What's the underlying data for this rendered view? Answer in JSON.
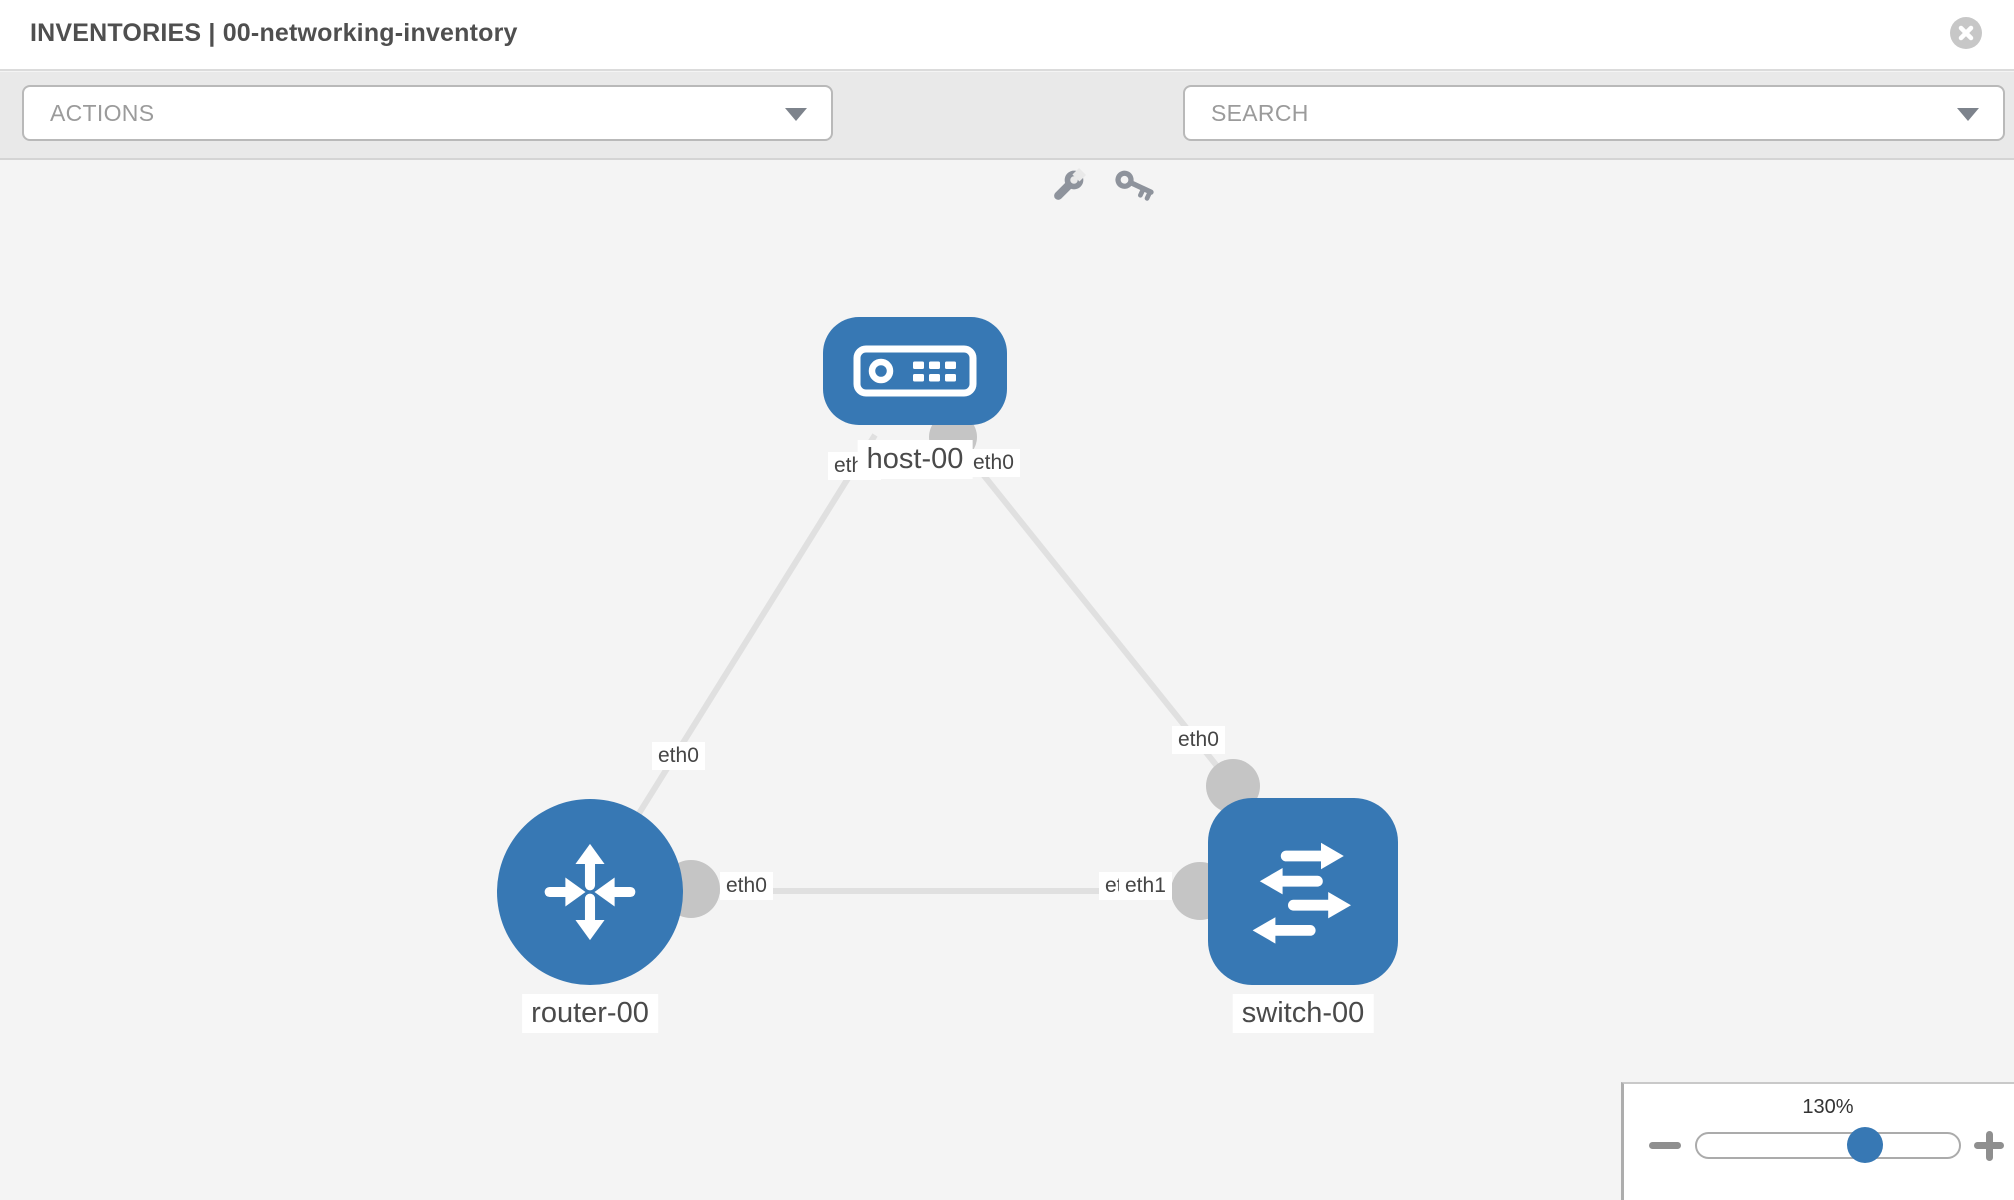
{
  "header": {
    "title": "INVENTORIES | 00-networking-inventory"
  },
  "toolbar": {
    "actions_label": "ACTIONS",
    "search_placeholder": "SEARCH"
  },
  "zoom_panel": {
    "value": "130%"
  },
  "diagram": {
    "nodes": [
      {
        "id": "host-00",
        "type": "host",
        "label": "host-00"
      },
      {
        "id": "router-00",
        "type": "router",
        "label": "router-00"
      },
      {
        "id": "switch-00",
        "type": "switch",
        "label": "switch-00"
      }
    ],
    "links": [
      {
        "from": "router-00",
        "from_interface": "eth0",
        "to": "host-00",
        "to_interface": "eth0"
      },
      {
        "from": "host-00",
        "from_interface": "eth0",
        "to": "switch-00",
        "to_interface": "eth0"
      },
      {
        "from": "router-00",
        "from_interface": "eth0",
        "to": "switch-00",
        "to_interface": "eth1"
      }
    ],
    "interface_labels": {
      "host_left": "eth0",
      "host_right": "eth0",
      "link_router_host": "eth0",
      "link_host_switch": "eth0",
      "link_router_switch_router_side": "eth0",
      "link_router_switch_switch_side_under": "eth0",
      "link_router_switch_switch_side": "eth1"
    }
  },
  "icons": {
    "close": "circle-x",
    "actions_caret": "chevron-down",
    "search_caret": "chevron-down",
    "wrench": "wrench",
    "key": "key",
    "host_node": "server",
    "router_node": "router-arrows",
    "switch_node": "switch-arrows",
    "zoom_out": "minus",
    "zoom_in": "plus"
  },
  "colors": {
    "node_blue": "#3778b4",
    "port_gray": "#c5c5c5",
    "link_gray": "#e0e0e0",
    "canvas_bg": "#f4f4f4",
    "toolbar_bg": "#e9e9e9",
    "label_text": "#4a4a4a",
    "slider_thumb": "#3778b4"
  }
}
